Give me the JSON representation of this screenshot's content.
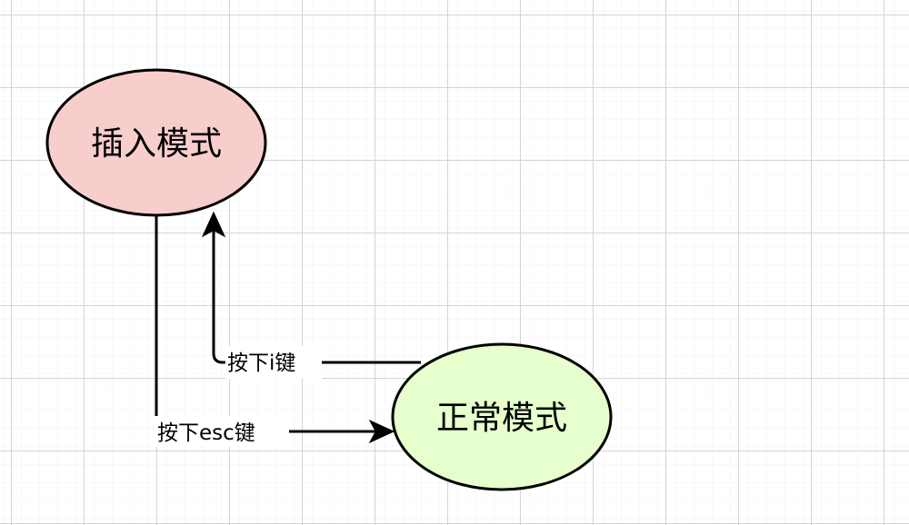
{
  "nodes": {
    "insert_mode": {
      "label": "插入模式",
      "fill": "#f8cecc"
    },
    "normal_mode": {
      "label": "正常模式",
      "fill": "#e6ffcc"
    }
  },
  "edges": {
    "esc_edge": {
      "label": "按下esc键"
    },
    "i_edge": {
      "label": "按下i键"
    }
  }
}
